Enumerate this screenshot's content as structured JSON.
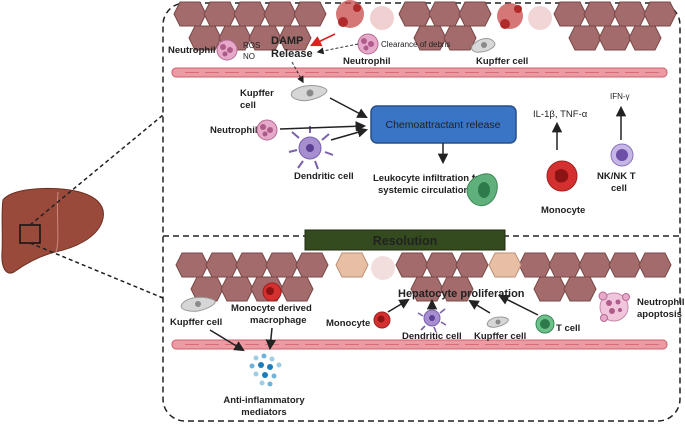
{
  "top_panel": {
    "neutrophil_left": "Neutrophil",
    "ros": "ROS",
    "no": "NO",
    "damp_release_line1": "DAMP",
    "damp_release_line2": "Release",
    "clearance": "Clearance of debris",
    "neutrophil_center": "Neutrophil",
    "kupffer_top": "Kupffer cell",
    "kupffer_left_line1": "Kupffer",
    "kupffer_left_line2": "cell",
    "neutrophil_mid": "Neutrophil",
    "dendritic": "Dendritic cell",
    "chemo_box": "Chemoattractant release",
    "infiltration_line1": "Leukocyte infiltration from",
    "infiltration_line2": "systemic circulation",
    "il1b": "IL-1β, TNF-α",
    "ifng": "IFN-γ",
    "monocyte": "Monocyte",
    "nk_line1": "NK/NK T",
    "nk_line2": "cell"
  },
  "resolution": {
    "banner": "Resolution",
    "kupffer_left": "Kupffer cell",
    "mdm_line1": "Monocyte derived",
    "mdm_line2": "macrophage",
    "hep_prolif": "Hepatocyte proliferation",
    "monocyte": "Monocyte",
    "dendritic": "Dendritic cell",
    "kupffer_mid": "Kupffer cell",
    "tcell": "T cell",
    "neut_apop_line1": "Neutrophil",
    "neut_apop_line2": "apoptosis",
    "anti_line1": "Anti-inflammatory",
    "anti_line2": "mediators"
  },
  "colors": {
    "hepatocyte": "#a06a6a",
    "vessel": "#e98a94",
    "chemo_box": "#3a74c4",
    "banner": "#344a1f",
    "liver": "#9a4a3a"
  }
}
